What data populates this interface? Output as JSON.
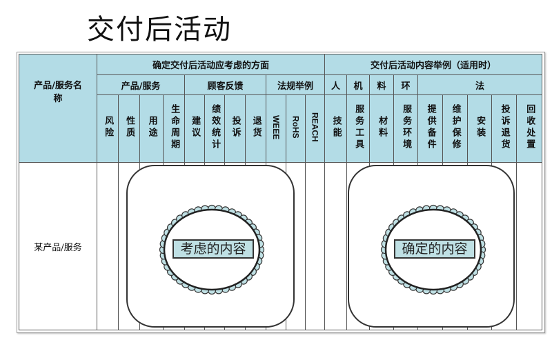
{
  "title": "交付后活动",
  "table": {
    "name_header": "产品/服务名称",
    "group1": "确定交付后活动应考虑的方面",
    "group2": "交付后活动内容举例（适用时）",
    "sub": [
      "产品/服务",
      "顾客反馈",
      "法规举例",
      "人",
      "机",
      "料",
      "环",
      "法"
    ],
    "cols": [
      "风险",
      "性质",
      "用途",
      "生命周期",
      "建议",
      "绩效统计",
      "投诉",
      "退货",
      "WEEE",
      "RoHS",
      "REACH",
      "技能",
      "服务工具",
      "材料",
      "服务环境",
      "提供备件",
      "维护保修",
      "安装",
      "投诉退货",
      "回收处置"
    ],
    "row_label": "某产品/服务"
  },
  "shapes": {
    "left_label": "考虑的内容",
    "right_label": "确定的内容"
  },
  "colors": {
    "header": "#b3dce6",
    "label": "#bfe0e4"
  }
}
